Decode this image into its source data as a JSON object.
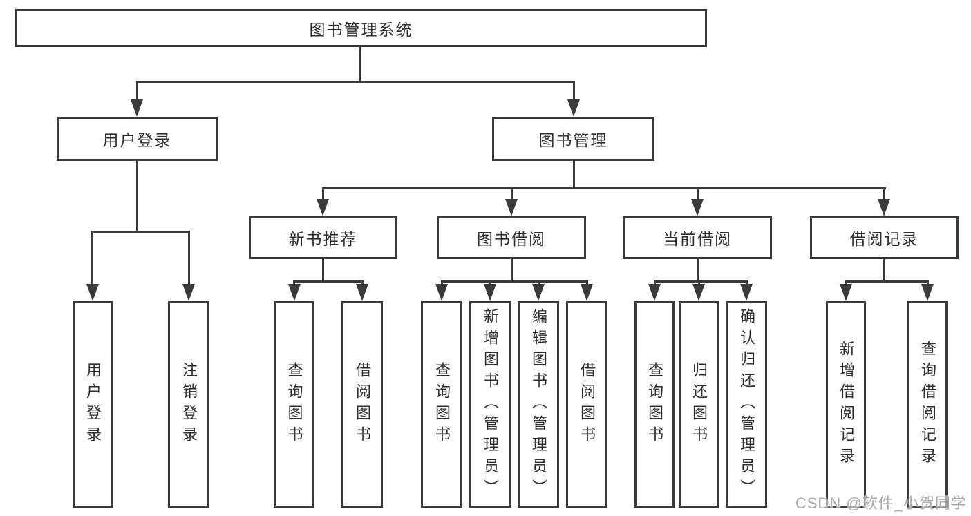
{
  "tree": {
    "root": {
      "label": "图书管理系统",
      "children": [
        {
          "label": "用户登录",
          "children": [
            {
              "label": "用户登录"
            },
            {
              "label": "注销登录"
            }
          ]
        },
        {
          "label": "图书管理",
          "children": [
            {
              "label": "新书推荐",
              "children": [
                {
                  "label": "查询图书"
                },
                {
                  "label": "借阅图书"
                }
              ]
            },
            {
              "label": "图书借阅",
              "children": [
                {
                  "label": "查询图书"
                },
                {
                  "label": "新增图书（管理员）"
                },
                {
                  "label": "编辑图书（管理员）"
                },
                {
                  "label": "借阅图书"
                }
              ]
            },
            {
              "label": "当前借阅",
              "children": [
                {
                  "label": "查询图书"
                },
                {
                  "label": "归还图书"
                },
                {
                  "label": "确认归还（管理员）"
                }
              ]
            },
            {
              "label": "借阅记录",
              "children": [
                {
                  "label": "新增借阅记录"
                },
                {
                  "label": "查询借阅记录"
                }
              ]
            }
          ]
        }
      ]
    }
  },
  "watermark": {
    "text": "CSDN @软件_小贺同学"
  },
  "colors": {
    "line": "#3a3a3a",
    "text": "#2e2e2e",
    "bg": "#ffffff",
    "watermark": "#a9a9a9"
  }
}
